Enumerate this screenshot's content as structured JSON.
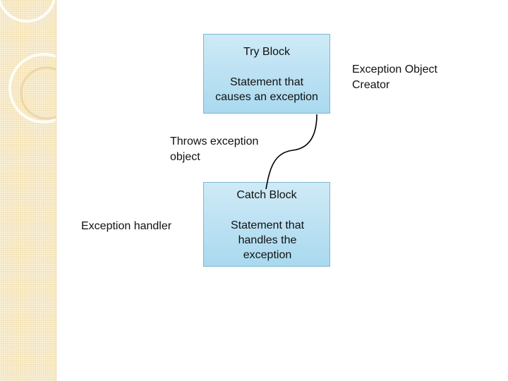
{
  "diagram": {
    "try_block": {
      "title": "Try Block",
      "body": [
        "Statement that",
        "causes an exception"
      ]
    },
    "catch_block": {
      "title": "Catch Block",
      "body": [
        "Statement that",
        "handles the",
        "exception"
      ]
    },
    "labels": {
      "creator": [
        "Exception Object",
        "Creator"
      ],
      "throws": [
        "Throws exception",
        "object"
      ],
      "handler": "Exception handler"
    }
  },
  "colors": {
    "box_fill_top": "#cfeaf6",
    "box_fill_bottom": "#a9d9ef",
    "box_border": "#7fb6d0",
    "side_strip": "#f4e3b8"
  }
}
